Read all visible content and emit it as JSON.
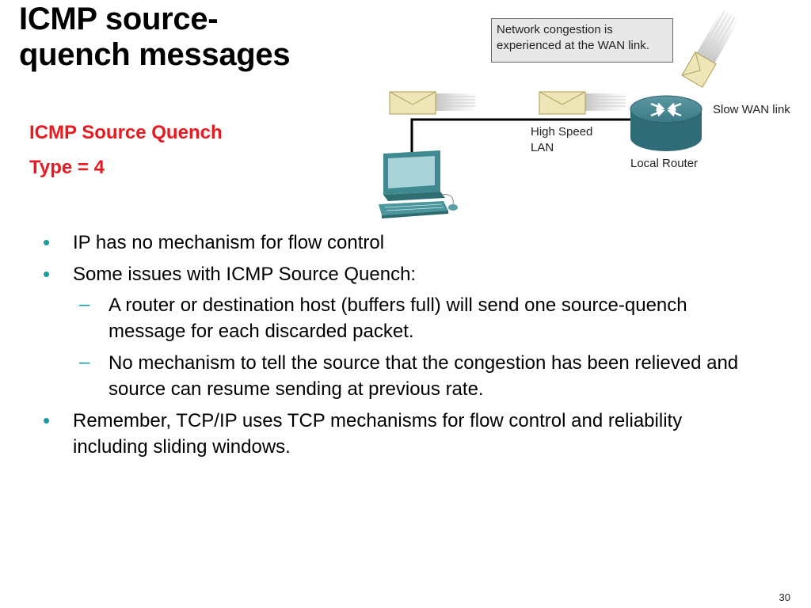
{
  "slide": {
    "title_line1": "ICMP source-",
    "title_line2": "quench messages",
    "subtitle": "ICMP Source Quench",
    "type_label": "Type = 4",
    "page_number": "30"
  },
  "figure": {
    "callout_line1": "Network congestion is",
    "callout_line2": "experienced at the WAN link.",
    "slow_wan_label": "Slow WAN link",
    "lan_line1": "High Speed",
    "lan_line2": "LAN",
    "router_label": "Local Router",
    "colors": {
      "router": "#3a7a86",
      "pc": "#3e8a90",
      "envelope": "#efe6b8",
      "link": "#000000"
    }
  },
  "bullets": [
    {
      "text": "IP has no mechanism for flow control"
    },
    {
      "text": "Some issues with ICMP Source Quench:"
    },
    {
      "text": "Remember, TCP/IP uses TCP mechanisms for flow control and reliability including sliding windows."
    }
  ],
  "sub_bullets": [
    {
      "text": "A router or destination host (buffers full) will send one source-quench message for each discarded packet."
    },
    {
      "text": "No mechanism to tell the source that the congestion has been relieved and source can resume sending at previous rate."
    }
  ],
  "markers": {
    "bullet": "•",
    "dash": "–"
  }
}
